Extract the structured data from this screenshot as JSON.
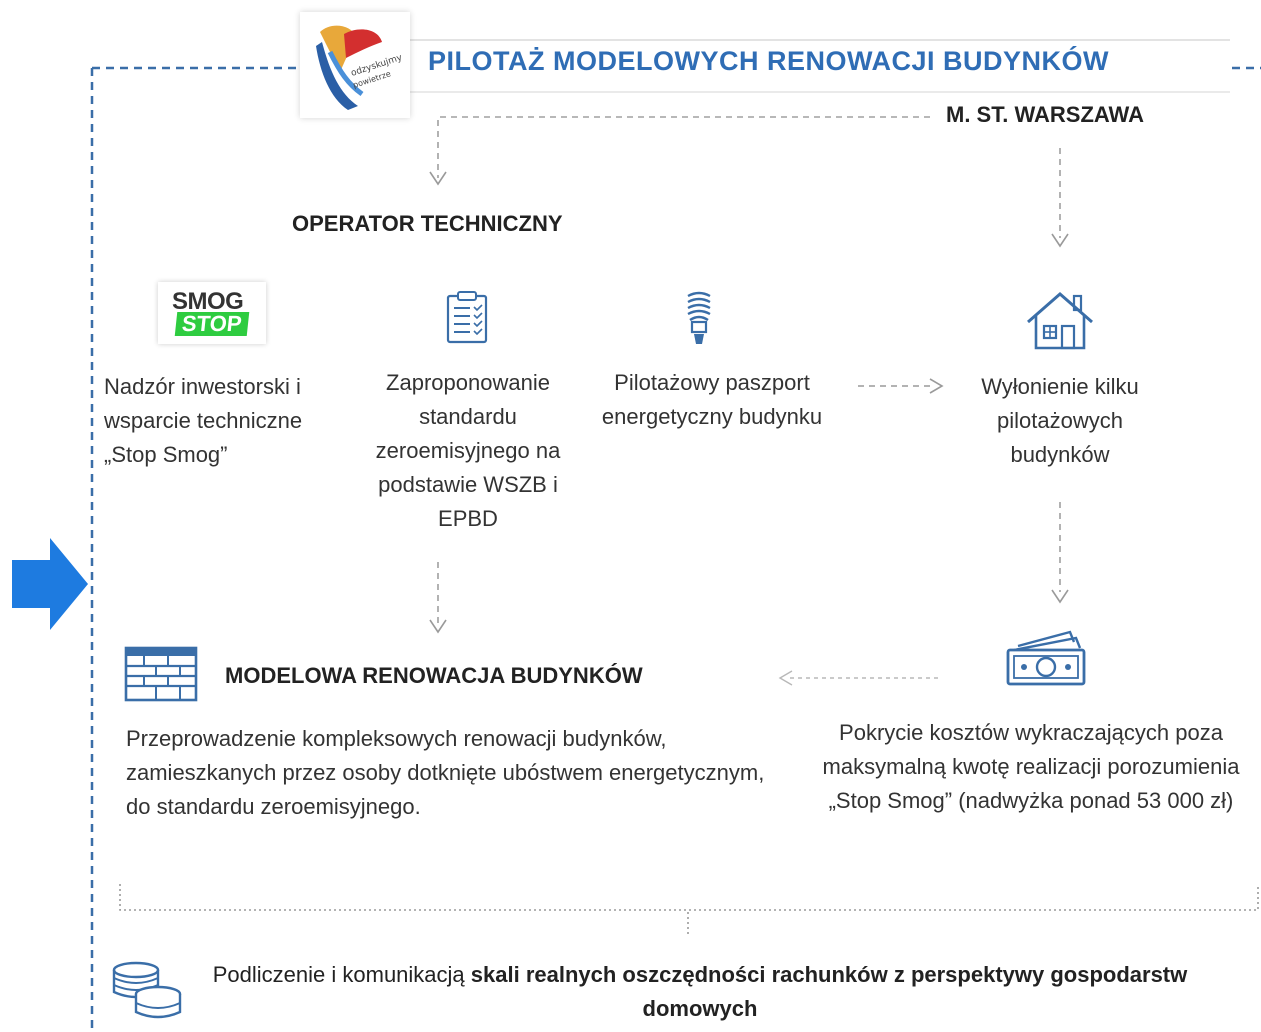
{
  "header": {
    "title": "PILOTAŻ MODELOWYCH RENOWACJI BUDYNKÓW",
    "city": "M. ST. WARSZAWA",
    "logo_icon": "odzyskujemy-logo-icon"
  },
  "operator": {
    "label": "OPERATOR TECHNICZNY"
  },
  "steps": {
    "smog": {
      "logo_top": "SMOG",
      "logo_bottom": "STOP",
      "text": "Nadzór inwestorski i wsparcie techniczne „Stop Smog”",
      "accent": "#2ecc40"
    },
    "standard": {
      "icon": "clipboard-checklist-icon",
      "text": "Zaproponowanie standardu zeroemisyjnego na podstawie WSZB i EPBD"
    },
    "passport": {
      "icon": "lightbulb-icon",
      "text": "Pilotażowy paszport energetyczny budynku"
    },
    "selection": {
      "icon": "house-icon",
      "text": "Wyłonienie kilku pilotażowych budynków"
    }
  },
  "model": {
    "icon": "brick-wall-icon",
    "title": "MODELOWA RENOWACJA BUDYNKÓW",
    "description": "Przeprowadzenie kompleksowych renowacji budynków, zamieszkanych przez osoby dotknięte ubóstwem energetycznym, do standardu zeroemisyjnego."
  },
  "cost": {
    "icon": "money-bill-icon",
    "text": "Pokrycie kosztów wykraczających poza maksymalną kwotę realizacji porozumienia „Stop Smog” (nadwyżka ponad 53 000 zł)"
  },
  "summary": {
    "icon": "coins-icon",
    "text_normal": "Podliczenie i komunikacją ",
    "text_bold": "skali realnych oszczędności rachunków z perspektywy gospodarstw domowych"
  },
  "colors": {
    "title_blue": "#2f6db5",
    "icon_blue": "#3a6ea8",
    "arrow_blue": "#1e7be0",
    "dash_blue": "#3a6ea8",
    "arrow_gray": "#9a9a9a"
  }
}
